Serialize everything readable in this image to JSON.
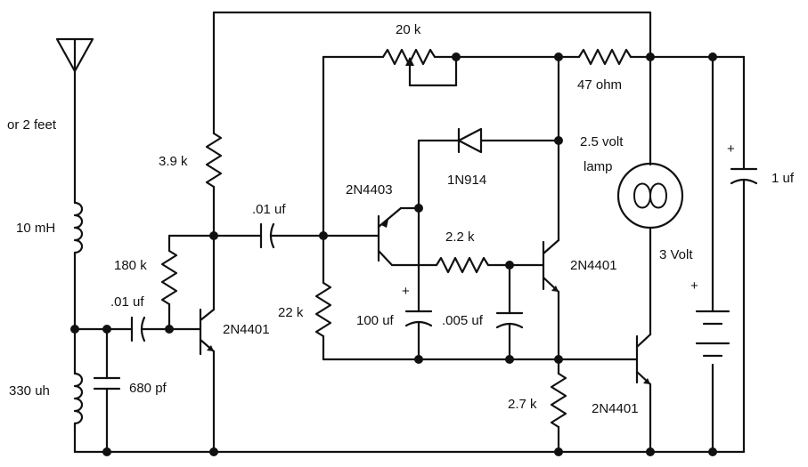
{
  "labels": {
    "antenna_note": "or 2 feet",
    "l1": "10 mH",
    "l2": "330 uh",
    "c_680": "680 pf",
    "c_in": ".01 uf",
    "c_couple": ".01 uf",
    "r_180": "180 k",
    "r_39": "3.9 k",
    "r_22": "22 k",
    "r_20k": "20 k",
    "r_47": "47 ohm",
    "diode": "1N914",
    "lamp": "2.5 volt",
    "lamp2": "lamp",
    "r_22k2": "2.2 k",
    "c_100": "100 uf",
    "c_005": ".005 uf",
    "r_27": "2.7 k",
    "q1": "2N4401",
    "q2": "2N4403",
    "q3": "2N4401",
    "q4": "2N4401",
    "battery": "3 Volt",
    "c_1uf": "1 uf",
    "plus_100": "+",
    "plus_1uf": "+",
    "plus_batt": "+"
  },
  "colors": {
    "ink": "#111111",
    "background": "#ffffff"
  }
}
